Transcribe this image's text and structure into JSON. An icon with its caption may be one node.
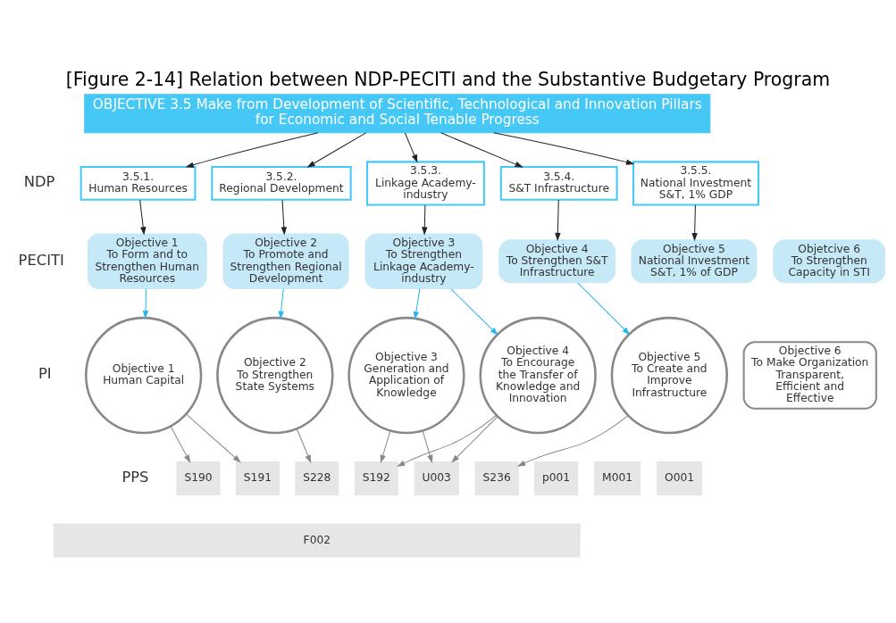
{
  "diagram": {
    "title": "[Figure 2-14] Relation between NDP-PECITI and the Substantive Budgetary Program",
    "nodes": [
      {
        "text": [
          "OBJECTIVE 3.5 Make from Development of Scientific, Technological and Innovation Pillars for Economic and Social Tenable Progress"
        ]
      },
      {
        "text": [
          "3.5.1.",
          "Human Resources"
        ]
      },
      {
        "text": [
          "3.5.2.",
          "Regional Development"
        ]
      },
      {
        "text": [
          "3.5.3.",
          "Linkage Academy-industry"
        ]
      },
      {
        "text": [
          "3.5.4.",
          "S&T Infrastructure"
        ]
      },
      {
        "text": [
          "3.5.5.",
          "National Investment S&T, 1% GDP"
        ]
      },
      {
        "text": [
          "Objective 1",
          "To Form and to Strengthen Human Resources"
        ]
      },
      {
        "text": [
          "Objective 2",
          "To Promote and Strengthen Regional Development"
        ]
      },
      {
        "text": [
          "Objective 3",
          "To Strengthen Linkage Academy-industry"
        ]
      },
      {
        "text": [
          "Objective 4",
          "To Strengthen S&T Infrastructure"
        ]
      },
      {
        "text": [
          "Objective 5",
          "National Investment S&T, 1% of GDP"
        ]
      },
      {
        "text": [
          "Objetcive 6",
          "To Strengthen Capacity in STI"
        ]
      },
      {
        "text": [
          "Objective 1",
          "Human Capital"
        ]
      },
      {
        "text": [
          "Objective 2",
          "To Strengthen State Systems"
        ]
      },
      {
        "text": [
          "Objective 3",
          "Generation and Application of Knowledge"
        ]
      },
      {
        "text": [
          "Objective 4",
          "To Encourage the Transfer of Knowledge and Innovation"
        ]
      },
      {
        "text": [
          "Objective 5",
          "To Create and Improve Infrastructure"
        ]
      },
      {
        "text": [
          "Objective 6",
          "To Make Organization Transparent, Efficient and Effective"
        ]
      },
      {
        "text": [
          "S190"
        ]
      },
      {
        "text": [
          "S191"
        ]
      },
      {
        "text": [
          "S228"
        ]
      },
      {
        "text": [
          "S192"
        ]
      },
      {
        "text": [
          "U003"
        ]
      },
      {
        "text": [
          "S236"
        ]
      },
      {
        "text": [
          "p001"
        ]
      },
      {
        "text": [
          "M001"
        ]
      },
      {
        "text": [
          "O001"
        ]
      },
      {
        "text": [
          "F002"
        ]
      }
    ],
    "edges": [
      {
        "from": 0,
        "to": 1,
        "arrow": "to"
      },
      {
        "from": 0,
        "to": 2,
        "arrow": "to"
      },
      {
        "from": 0,
        "to": 3,
        "arrow": "to"
      },
      {
        "from": 0,
        "to": 4,
        "arrow": "to"
      },
      {
        "from": 0,
        "to": 5,
        "arrow": "to"
      },
      {
        "from": 1,
        "to": 6,
        "arrow": "to"
      },
      {
        "from": 2,
        "to": 7,
        "arrow": "to"
      },
      {
        "from": 3,
        "to": 8,
        "arrow": "to"
      },
      {
        "from": 4,
        "to": 9,
        "arrow": "to"
      },
      {
        "from": 5,
        "to": 10,
        "arrow": "to"
      },
      {
        "from": 6,
        "to": 12,
        "arrow": "to",
        "color": "#29b6ec"
      },
      {
        "from": 7,
        "to": 13,
        "arrow": "to",
        "color": "#29b6ec"
      },
      {
        "from": 8,
        "to": 14,
        "arrow": "to",
        "color": "#29b6ec"
      },
      {
        "from": 8,
        "to": 15,
        "arrow": "to",
        "color": "#29b6ec"
      },
      {
        "from": 9,
        "to": 16,
        "arrow": "to",
        "color": "#29b6ec"
      },
      {
        "from": 12,
        "to": 18,
        "arrow": "to",
        "color": "#888888"
      },
      {
        "from": 12,
        "to": 19,
        "arrow": "to",
        "color": "#888888"
      },
      {
        "from": 13,
        "to": 20,
        "arrow": "to",
        "color": "#888888"
      },
      {
        "from": 14,
        "to": 21,
        "arrow": "to",
        "color": "#888888"
      },
      {
        "from": 14,
        "to": 22,
        "arrow": "to",
        "color": "#888888"
      },
      {
        "from": 15,
        "to": 21,
        "arrow": "to",
        "color": "#888888"
      },
      {
        "from": 15,
        "to": 22,
        "arrow": "to",
        "color": "#888888"
      },
      {
        "from": 16,
        "to": 23,
        "arrow": "to",
        "color": "#888888"
      }
    ],
    "labels": [
      "NDP",
      "PECITI",
      "PI",
      "PPS"
    ]
  }
}
